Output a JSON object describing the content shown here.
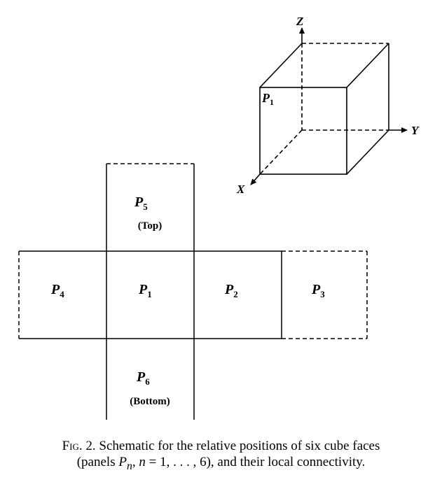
{
  "cube": {
    "axes": {
      "z": "Z",
      "y": "Y",
      "x": "X"
    },
    "face_label": {
      "base": "P",
      "sub": "1"
    }
  },
  "net": {
    "panels": [
      {
        "id": "p5",
        "base": "P",
        "sub": "5",
        "desc": "(Top)"
      },
      {
        "id": "p4",
        "base": "P",
        "sub": "4",
        "desc": ""
      },
      {
        "id": "p1",
        "base": "P",
        "sub": "1",
        "desc": ""
      },
      {
        "id": "p2",
        "base": "P",
        "sub": "2",
        "desc": ""
      },
      {
        "id": "p3",
        "base": "P",
        "sub": "3",
        "desc": ""
      },
      {
        "id": "p6",
        "base": "P",
        "sub": "6",
        "desc": "(Bottom)"
      }
    ]
  },
  "caption": {
    "fig": "Fig. 2.",
    "line1": " Schematic for the relative positions of six cube faces",
    "line2_pre": "(panels ",
    "var_p": "P",
    "var_n": "n",
    "line2_mid": ", ",
    "var_n2": "n",
    "line2_post": " = 1, . . . , 6), and their local connectivity."
  }
}
